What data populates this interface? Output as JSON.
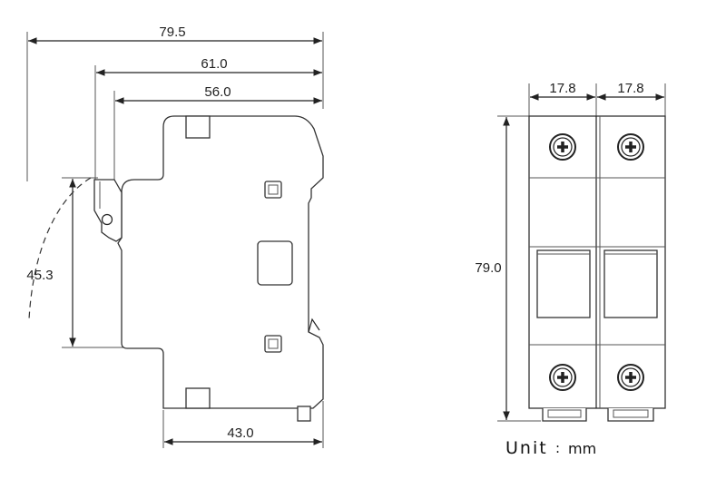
{
  "side_view": {
    "dimensions": {
      "overall_width": "79.5",
      "width_61": "61.0",
      "width_56": "56.0",
      "base_width": "43.0",
      "rail_height": "45.3"
    }
  },
  "front_view": {
    "dimensions": {
      "pole_width_left": "17.8",
      "pole_width_right": "17.8",
      "height": "79.0"
    }
  },
  "unit_note": {
    "label": "Unit",
    "separator": ":",
    "unit": "mm"
  },
  "colors": {
    "line": "#222222",
    "background": "#ffffff"
  }
}
